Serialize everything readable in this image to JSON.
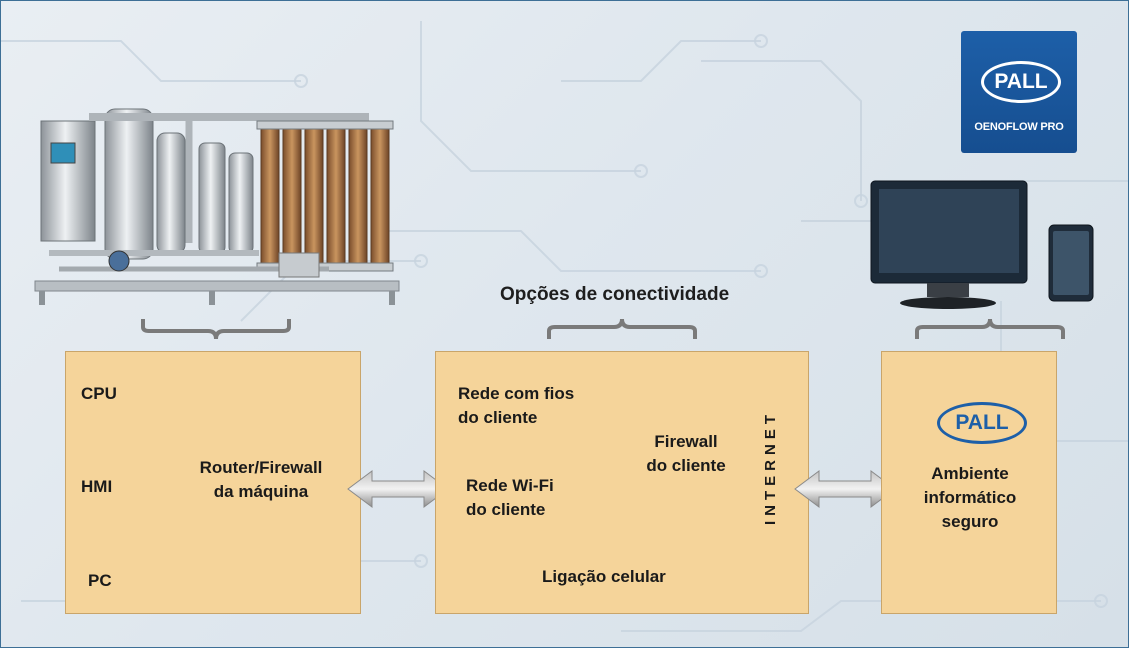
{
  "diagram": {
    "title": "Opções de conectividade",
    "machine_box": {
      "items": [
        "CPU",
        "HMI",
        "PC"
      ],
      "router_line1": "Router/Firewall",
      "router_line2": "da máquina"
    },
    "connectivity_box": {
      "wired_line1": "Rede com fios",
      "wired_line2": "do cliente",
      "firewall_line1": "Firewall",
      "firewall_line2": "do cliente",
      "wifi_line1": "Rede Wi-Fi",
      "wifi_line2": "do cliente",
      "cellular": "Ligação celular",
      "internet": "INTERNET"
    },
    "secure_box": {
      "logo": "PALL",
      "line1": "Ambiente",
      "line2": "informático",
      "line3": "seguro"
    },
    "brand_tile": {
      "logo": "PALL",
      "product": "OENOFLOW PRO"
    },
    "colors": {
      "box_fill": "#f5d49a",
      "brand_blue": "#1d5fa8",
      "arrow_gray": "#9a9a9a"
    }
  }
}
